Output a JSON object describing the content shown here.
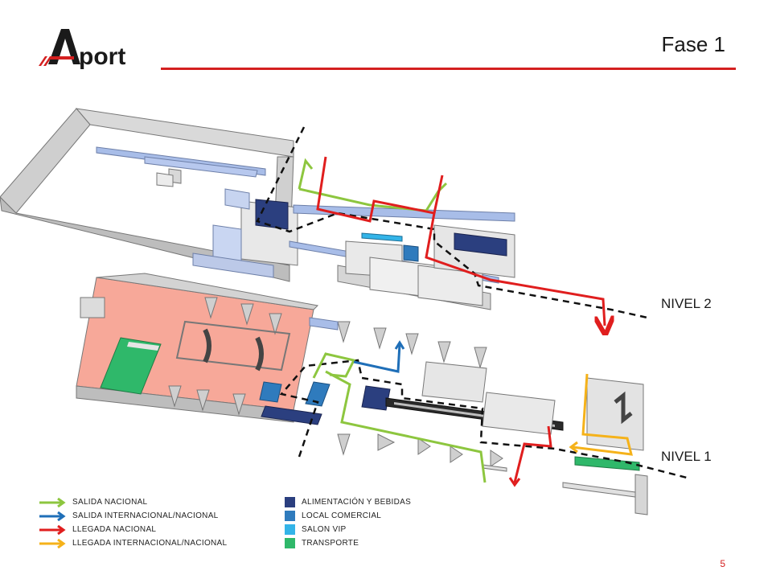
{
  "header": {
    "logo_text": "Aport",
    "title": "Fase 1",
    "accent_color": "#d42020"
  },
  "levels": {
    "level2": "NIVEL 2",
    "level1": "NIVEL 1"
  },
  "legend": {
    "routes": [
      {
        "label": "SALIDA NACIONAL",
        "color": "#8dc63f"
      },
      {
        "label": "SALIDA INTERNACIONAL/NACIONAL",
        "color": "#1f6fb8"
      },
      {
        "label": "LLEGADA NACIONAL",
        "color": "#e01e1e"
      },
      {
        "label": "LLEGADA INTERNACIONAL/NACIONAL",
        "color": "#f5b21a"
      }
    ],
    "areas": [
      {
        "label": "ALIMENTACIÓN Y BEBIDAS",
        "color": "#2b3f7f"
      },
      {
        "label": "LOCAL COMERCIAL",
        "color": "#2f7bbd"
      },
      {
        "label": "SALON VIP",
        "color": "#33b4e8"
      },
      {
        "label": "TRANSPORTE",
        "color": "#2fb86a"
      }
    ]
  },
  "page_number": "5"
}
